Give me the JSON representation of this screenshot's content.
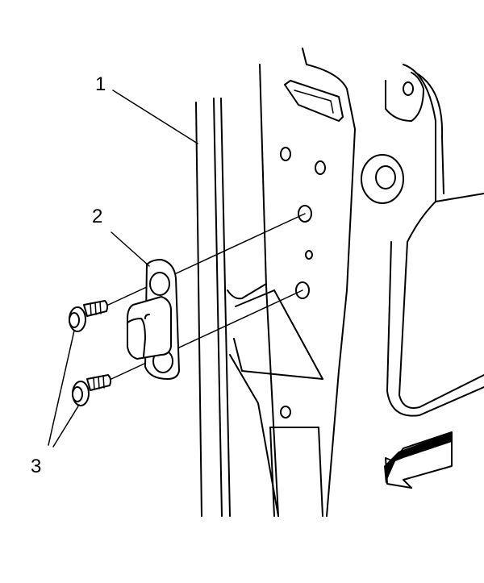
{
  "callouts": [
    {
      "id": "1",
      "label": "1"
    },
    {
      "id": "2",
      "label": "2"
    },
    {
      "id": "3",
      "label": "3"
    }
  ],
  "colors": {
    "line": "#000000",
    "background": "#ffffff"
  },
  "icons": [
    "screw-icon",
    "door-check-bracket-icon",
    "direction-arrow-icon"
  ]
}
